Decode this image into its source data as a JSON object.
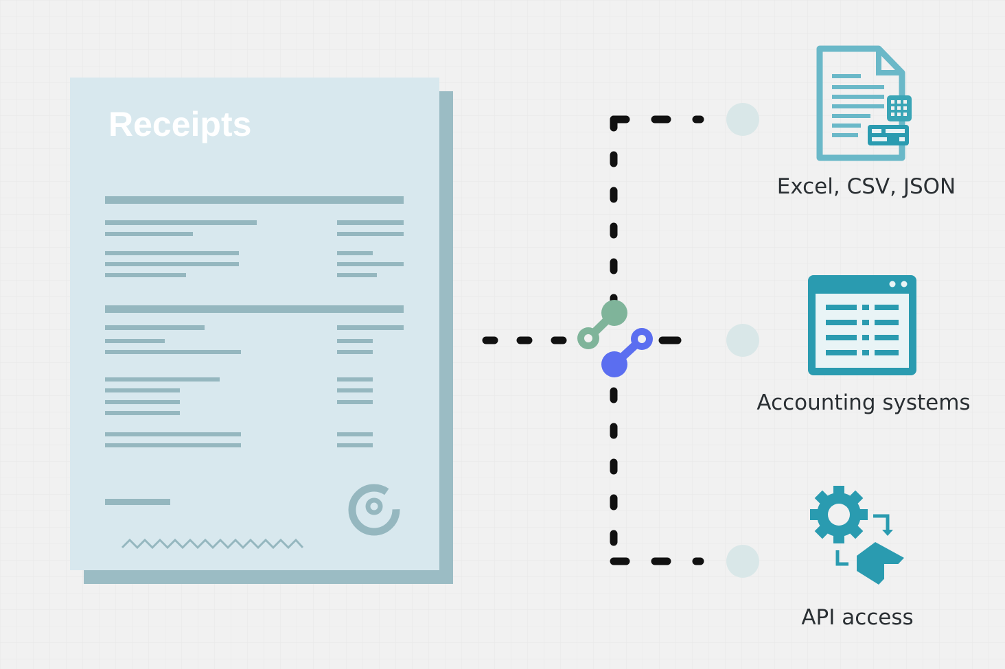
{
  "document": {
    "title": "Receipts"
  },
  "outputs": [
    {
      "label": "Excel, CSV, JSON",
      "icon": "spreadsheet-document-icon"
    },
    {
      "label": "Accounting systems",
      "icon": "browser-window-icon"
    },
    {
      "label": "API access",
      "icon": "gear-api-icon"
    }
  ],
  "colors": {
    "background": "#f1f1f1",
    "document": "#d8e8ee",
    "document_shadow": "#9bbcc4",
    "document_lines": "#95b7bf",
    "connector": "#111111",
    "node": "#d9e7e8",
    "teal": "#2a9bb0",
    "green_link": "#7fb49a",
    "blue_link": "#5b6ef0"
  }
}
